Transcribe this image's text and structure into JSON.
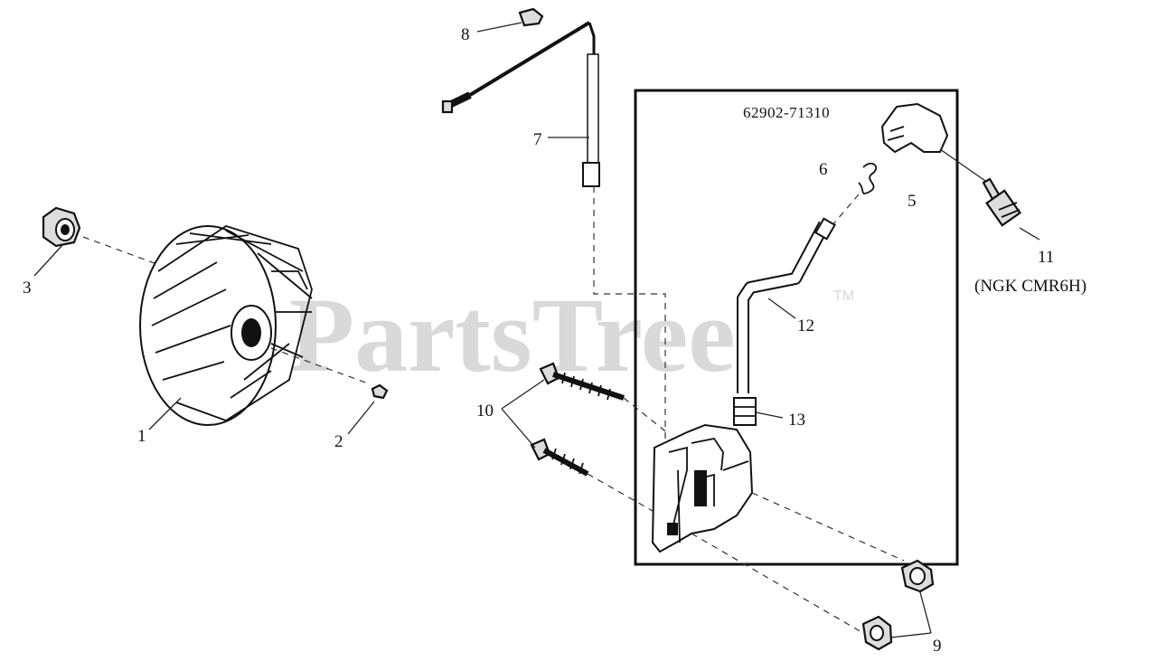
{
  "watermark": {
    "text": "PartsTree",
    "trademark": "TM"
  },
  "kit": {
    "number": "62902-71310"
  },
  "labels": {
    "p1": "1",
    "p2": "2",
    "p3": "3",
    "p5": "5",
    "p6": "6",
    "p7": "7",
    "p8": "8",
    "p9": "9",
    "p10": "10",
    "p11": "11",
    "p11_note": "(NGK CMR6H)",
    "p12": "12",
    "p13": "13"
  }
}
